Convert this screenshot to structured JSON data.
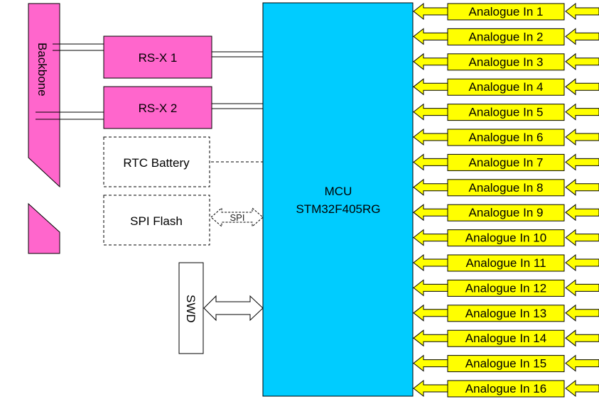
{
  "colors": {
    "backbone": "#ff66cc",
    "rsx": "#ff66cc",
    "mcu": "#00ccff",
    "analogue": "#ffff00",
    "stroke": "#000000"
  },
  "backbone": {
    "label": "Backbone"
  },
  "rsx": [
    {
      "label": "RS-X 1"
    },
    {
      "label": "RS-X 2"
    }
  ],
  "rtc": {
    "label": "RTC Battery"
  },
  "flash": {
    "label": "SPI Flash",
    "bus_label": "SPI"
  },
  "swd": {
    "label": "SWD"
  },
  "mcu": {
    "line1": "MCU",
    "line2": "STM32F405RG"
  },
  "analogue_inputs": [
    "Analogue In 1",
    "Analogue In 2",
    "Analogue In 3",
    "Analogue In 4",
    "Analogue In 5",
    "Analogue In 6",
    "Analogue In 7",
    "Analogue In 8",
    "Analogue In 9",
    "Analogue In 10",
    "Analogue In 11",
    "Analogue In 12",
    "Analogue In 13",
    "Analogue In 14",
    "Analogue In 15",
    "Analogue In 16"
  ]
}
